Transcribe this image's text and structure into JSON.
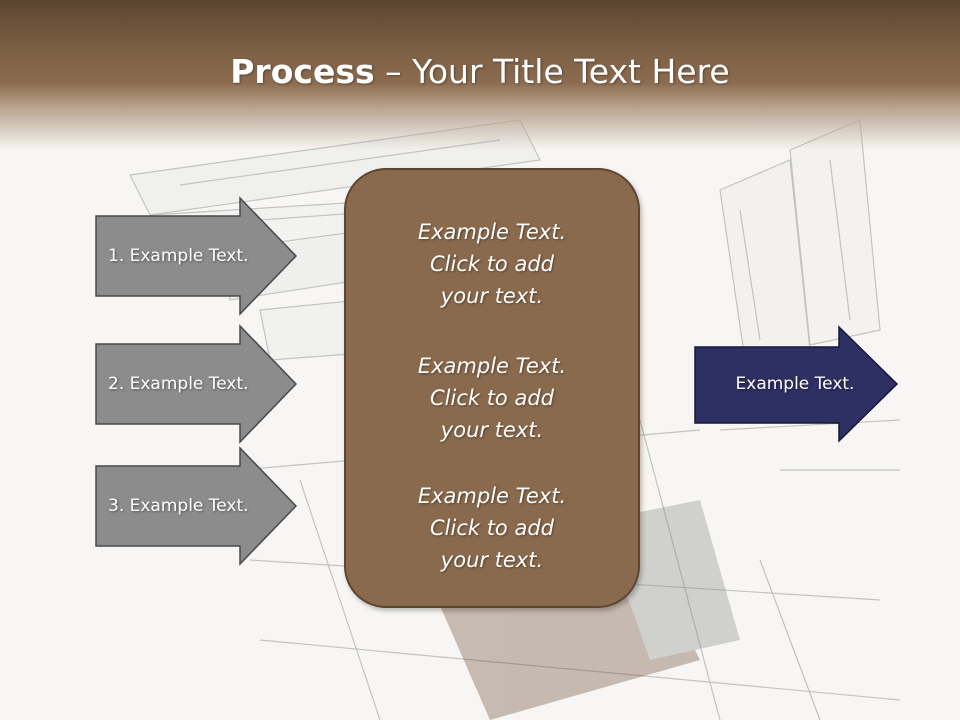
{
  "slide": {
    "title_bold": "Process",
    "title_rest": " – Your Title Text Here"
  },
  "left_arrows": [
    {
      "label": "1. Example Text."
    },
    {
      "label": "2. Example Text."
    },
    {
      "label": "3. Example Text."
    }
  ],
  "center_box": {
    "blocks": [
      {
        "lines": [
          "Example Text.",
          "Click  to add",
          "your text."
        ]
      },
      {
        "lines": [
          "Example Text.",
          "Click  to add",
          "your text."
        ]
      },
      {
        "lines": [
          "Example Text.",
          "Click  to add",
          "your text."
        ]
      }
    ]
  },
  "right_arrow": {
    "label": "Example Text."
  },
  "colors": {
    "header_brown": "#7a5d43",
    "box_brown": "#8a6a4d",
    "arrow_gray": "#8c8c8c",
    "arrow_navy": "#2e2f63"
  }
}
